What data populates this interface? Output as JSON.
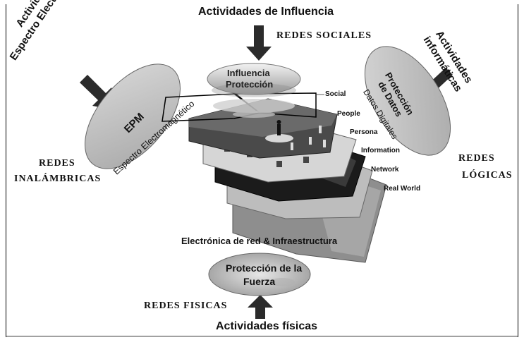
{
  "top": {
    "actividades_influencia": "Actividades de Influencia"
  },
  "redes": {
    "sociales": "REDES SOCIALES",
    "inalambricas_1": "REDES",
    "inalambricas_2": "INALÁMBRICAS",
    "logicas_1": "REDES",
    "logicas_2": "LÓGICAS",
    "fisicas": "REDES FISICAS"
  },
  "left": {
    "actividades_line1": "Actividades en",
    "actividades_line2": "Espectro Electromagnético",
    "epm": "EPM",
    "espectro": "Espectro Electromagnético"
  },
  "right": {
    "actividades_line1": "Actividades",
    "actividades_line2": "informáticas",
    "proteccion_line1": "Protección",
    "proteccion_line2": "de Datos",
    "datos": "Datos Digitales"
  },
  "center": {
    "influencia": "Influencia",
    "proteccion": "Protección",
    "layers": [
      "Social",
      "People",
      "Persona",
      "Information",
      "Network",
      "Real World"
    ],
    "infra": "Electrónica de red & Infraestructura"
  },
  "bottom": {
    "proteccion_line1": "Protección de la",
    "proteccion_line2": "Fuerza",
    "actividades": "Actividades físicas"
  },
  "colors": {
    "ellipse_fill": "#c8c8c8",
    "arrow": "#2b2b2b",
    "layer_dark": "#1a1a1a"
  }
}
